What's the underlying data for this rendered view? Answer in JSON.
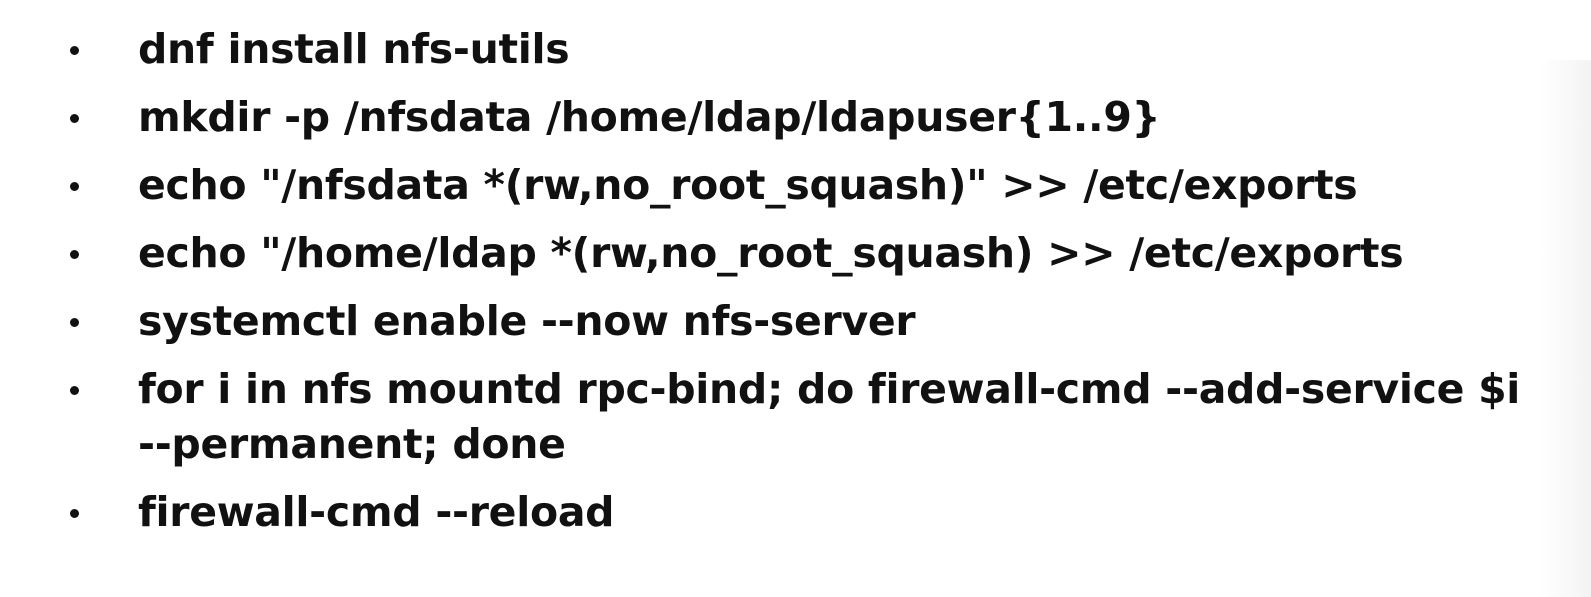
{
  "slide": {
    "bullets": [
      {
        "lines": [
          "dnf install nfs-utils"
        ]
      },
      {
        "lines": [
          "mkdir -p /nfsdata /home/ldap/ldapuser{1..9}"
        ]
      },
      {
        "lines": [
          "echo \"/nfsdata *(rw,no_root_squash)\" >> /etc/exports"
        ]
      },
      {
        "lines": [
          "echo \"/home/ldap *(rw,no_root_squash) >> /etc/exports"
        ]
      },
      {
        "lines": [
          "systemctl enable --now nfs-server"
        ]
      },
      {
        "lines": [
          "for i in nfs mountd rpc-bind; do firewall-cmd --add-service $i",
          "--permanent; done"
        ]
      },
      {
        "lines": [
          "firewall-cmd --reload"
        ]
      }
    ]
  }
}
